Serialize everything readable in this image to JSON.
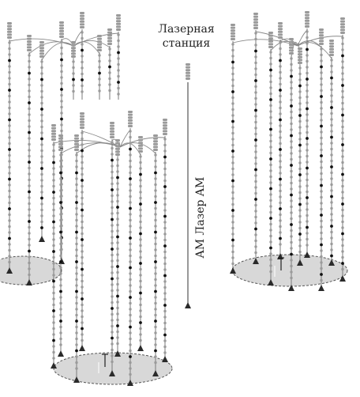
{
  "labels": {
    "station_line1": "Лазерная",
    "station_line2": "станция",
    "link": "AM  Лазер  AM"
  },
  "colors": {
    "line": "#7a7a7a",
    "bead": "#9a9a9a",
    "bead_dark": "#111111",
    "base_fill": "#d8d8d8",
    "anchor": "#2a2a2a"
  }
}
